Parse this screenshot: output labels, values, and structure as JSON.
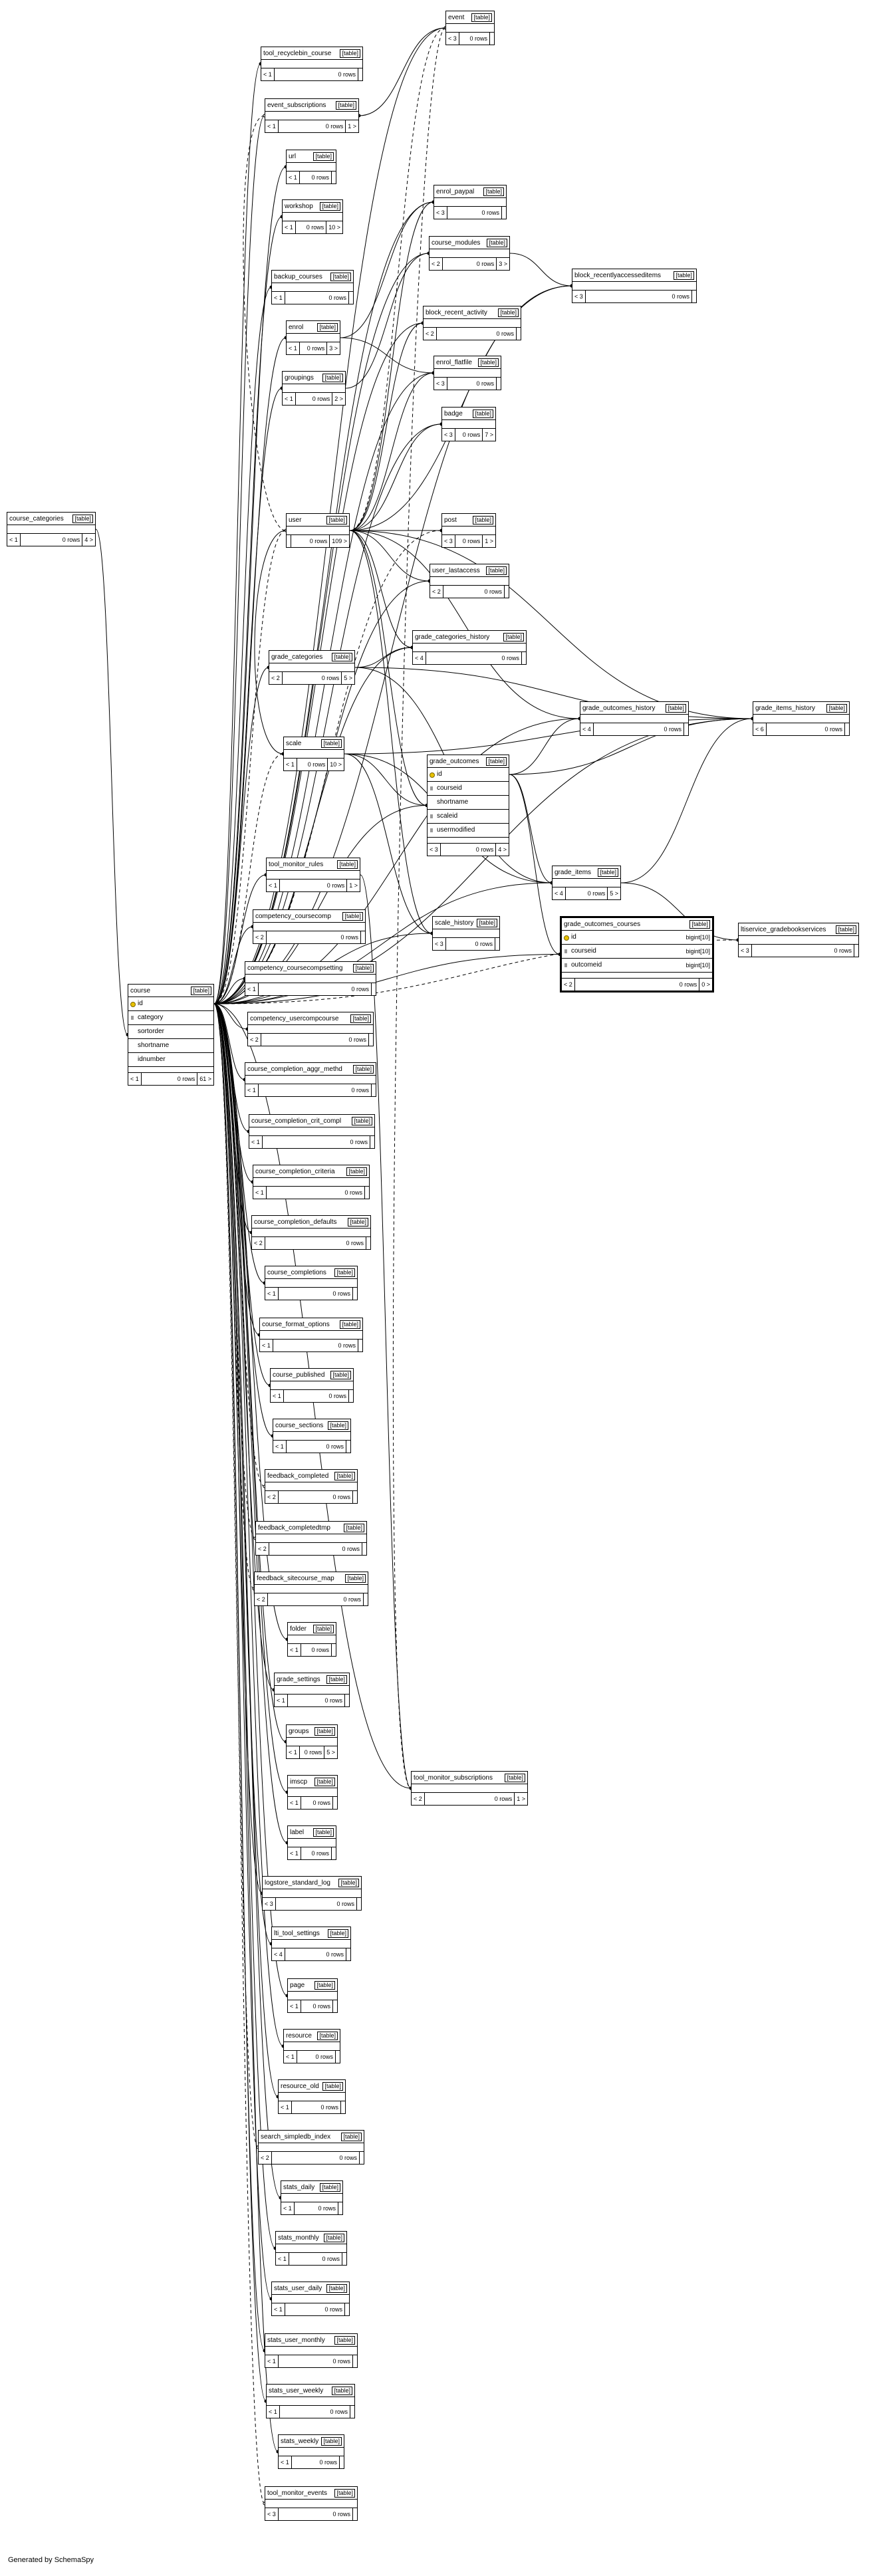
{
  "footer_text": "Generated by SchemaSpy",
  "table_type_label": "[table]",
  "tables": [
    {
      "id": "event",
      "name": "event",
      "children": "< 3",
      "rows": "0 rows",
      "parents": ""
    },
    {
      "id": "tool_recyclebin_course",
      "name": "tool_recyclebin_course",
      "children": "< 1",
      "rows": "0 rows",
      "parents": ""
    },
    {
      "id": "event_subscriptions",
      "name": "event_subscriptions",
      "children": "< 1",
      "rows": "0 rows",
      "parents": "1 >"
    },
    {
      "id": "url",
      "name": "url",
      "children": "< 1",
      "rows": "0 rows",
      "parents": ""
    },
    {
      "id": "workshop",
      "name": "workshop",
      "children": "< 1",
      "rows": "0 rows",
      "parents": "10 >"
    },
    {
      "id": "enrol_paypal",
      "name": "enrol_paypal",
      "children": "< 3",
      "rows": "0 rows",
      "parents": ""
    },
    {
      "id": "course_modules",
      "name": "course_modules",
      "children": "< 2",
      "rows": "0 rows",
      "parents": "3 >"
    },
    {
      "id": "backup_courses",
      "name": "backup_courses",
      "children": "< 1",
      "rows": "0 rows",
      "parents": ""
    },
    {
      "id": "block_recentlyaccesseditems",
      "name": "block_recentlyaccesseditems",
      "children": "< 3",
      "rows": "0 rows",
      "parents": ""
    },
    {
      "id": "enrol",
      "name": "enrol",
      "children": "< 1",
      "rows": "0 rows",
      "parents": "3 >"
    },
    {
      "id": "block_recent_activity",
      "name": "block_recent_activity",
      "children": "< 2",
      "rows": "0 rows",
      "parents": ""
    },
    {
      "id": "groupings",
      "name": "groupings",
      "children": "< 1",
      "rows": "0 rows",
      "parents": "2 >"
    },
    {
      "id": "enrol_flatfile",
      "name": "enrol_flatfile",
      "children": "< 3",
      "rows": "0 rows",
      "parents": ""
    },
    {
      "id": "badge",
      "name": "badge",
      "children": "< 3",
      "rows": "0 rows",
      "parents": "7 >"
    },
    {
      "id": "course_categories",
      "name": "course_categories",
      "children": "< 1",
      "rows": "0 rows",
      "parents": "4 >"
    },
    {
      "id": "user",
      "name": "user",
      "children": "",
      "rows": "0 rows",
      "parents": "109 >"
    },
    {
      "id": "post",
      "name": "post",
      "children": "< 3",
      "rows": "0 rows",
      "parents": "1 >"
    },
    {
      "id": "user_lastaccess",
      "name": "user_lastaccess",
      "children": "< 2",
      "rows": "0 rows",
      "parents": ""
    },
    {
      "id": "grade_categories_history",
      "name": "grade_categories_history",
      "children": "< 4",
      "rows": "0 rows",
      "parents": ""
    },
    {
      "id": "grade_categories",
      "name": "grade_categories",
      "children": "< 2",
      "rows": "0 rows",
      "parents": "5 >"
    },
    {
      "id": "grade_outcomes_history",
      "name": "grade_outcomes_history",
      "children": "< 4",
      "rows": "0 rows",
      "parents": ""
    },
    {
      "id": "grade_items_history",
      "name": "grade_items_history",
      "children": "< 6",
      "rows": "0 rows",
      "parents": ""
    },
    {
      "id": "scale",
      "name": "scale",
      "children": "< 1",
      "rows": "0 rows",
      "parents": "10 >"
    },
    {
      "id": "grade_items",
      "name": "grade_items",
      "children": "< 4",
      "rows": "0 rows",
      "parents": "5 >"
    },
    {
      "id": "tool_monitor_rules",
      "name": "tool_monitor_rules",
      "children": "< 1",
      "rows": "0 rows",
      "parents": "1 >"
    },
    {
      "id": "scale_history",
      "name": "scale_history",
      "children": "< 3",
      "rows": "0 rows",
      "parents": ""
    },
    {
      "id": "ltiservice_gradebookservices",
      "name": "ltiservice_gradebookservices",
      "children": "< 3",
      "rows": "0 rows",
      "parents": ""
    },
    {
      "id": "competency_coursecomp",
      "name": "competency_coursecomp",
      "children": "< 2",
      "rows": "0 rows",
      "parents": ""
    },
    {
      "id": "competency_coursecompsetting",
      "name": "competency_coursecompsetting",
      "children": "< 1",
      "rows": "0 rows",
      "parents": ""
    },
    {
      "id": "competency_usercompcourse",
      "name": "competency_usercompcourse",
      "children": "< 2",
      "rows": "0 rows",
      "parents": ""
    },
    {
      "id": "course_completion_aggr_methd",
      "name": "course_completion_aggr_methd",
      "children": "< 1",
      "rows": "0 rows",
      "parents": ""
    },
    {
      "id": "course_completion_crit_compl",
      "name": "course_completion_crit_compl",
      "children": "< 1",
      "rows": "0 rows",
      "parents": ""
    },
    {
      "id": "course_completion_criteria",
      "name": "course_completion_criteria",
      "children": "< 1",
      "rows": "0 rows",
      "parents": ""
    },
    {
      "id": "course_completion_defaults",
      "name": "course_completion_defaults",
      "children": "< 2",
      "rows": "0 rows",
      "parents": ""
    },
    {
      "id": "course_completions",
      "name": "course_completions",
      "children": "< 1",
      "rows": "0 rows",
      "parents": ""
    },
    {
      "id": "course_format_options",
      "name": "course_format_options",
      "children": "< 1",
      "rows": "0 rows",
      "parents": ""
    },
    {
      "id": "course_published",
      "name": "course_published",
      "children": "< 1",
      "rows": "0 rows",
      "parents": ""
    },
    {
      "id": "course_sections",
      "name": "course_sections",
      "children": "< 1",
      "rows": "0 rows",
      "parents": ""
    },
    {
      "id": "feedback_completed",
      "name": "feedback_completed",
      "children": "< 2",
      "rows": "0 rows",
      "parents": ""
    },
    {
      "id": "feedback_completedtmp",
      "name": "feedback_completedtmp",
      "children": "< 2",
      "rows": "0 rows",
      "parents": ""
    },
    {
      "id": "feedback_sitecourse_map",
      "name": "feedback_sitecourse_map",
      "children": "< 2",
      "rows": "0 rows",
      "parents": ""
    },
    {
      "id": "folder",
      "name": "folder",
      "children": "< 1",
      "rows": "0 rows",
      "parents": ""
    },
    {
      "id": "grade_settings",
      "name": "grade_settings",
      "children": "< 1",
      "rows": "0 rows",
      "parents": ""
    },
    {
      "id": "groups",
      "name": "groups",
      "children": "< 1",
      "rows": "0 rows",
      "parents": "5 >"
    },
    {
      "id": "imscp",
      "name": "imscp",
      "children": "< 1",
      "rows": "0 rows",
      "parents": ""
    },
    {
      "id": "tool_monitor_subscriptions",
      "name": "tool_monitor_subscriptions",
      "children": "< 2",
      "rows": "0 rows",
      "parents": "1 >"
    },
    {
      "id": "label",
      "name": "label",
      "children": "< 1",
      "rows": "0 rows",
      "parents": ""
    },
    {
      "id": "logstore_standard_log",
      "name": "logstore_standard_log",
      "children": "< 3",
      "rows": "0 rows",
      "parents": ""
    },
    {
      "id": "lti_tool_settings",
      "name": "lti_tool_settings",
      "children": "< 4",
      "rows": "0 rows",
      "parents": ""
    },
    {
      "id": "page",
      "name": "page",
      "children": "< 1",
      "rows": "0 rows",
      "parents": ""
    },
    {
      "id": "resource",
      "name": "resource",
      "children": "< 1",
      "rows": "0 rows",
      "parents": ""
    },
    {
      "id": "resource_old",
      "name": "resource_old",
      "children": "< 1",
      "rows": "0 rows",
      "parents": ""
    },
    {
      "id": "search_simpledb_index",
      "name": "search_simpledb_index",
      "children": "< 2",
      "rows": "0 rows",
      "parents": ""
    },
    {
      "id": "stats_daily",
      "name": "stats_daily",
      "children": "< 1",
      "rows": "0 rows",
      "parents": ""
    },
    {
      "id": "stats_monthly",
      "name": "stats_monthly",
      "children": "< 1",
      "rows": "0 rows",
      "parents": ""
    },
    {
      "id": "stats_user_daily",
      "name": "stats_user_daily",
      "children": "< 1",
      "rows": "0 rows",
      "parents": ""
    },
    {
      "id": "stats_user_monthly",
      "name": "stats_user_monthly",
      "children": "< 1",
      "rows": "0 rows",
      "parents": ""
    },
    {
      "id": "stats_user_weekly",
      "name": "stats_user_weekly",
      "children": "< 1",
      "rows": "0 rows",
      "parents": ""
    },
    {
      "id": "stats_weekly",
      "name": "stats_weekly",
      "children": "< 1",
      "rows": "0 rows",
      "parents": ""
    },
    {
      "id": "tool_monitor_events",
      "name": "tool_monitor_events",
      "children": "< 3",
      "rows": "0 rows",
      "parents": ""
    }
  ],
  "detailed_tables": {
    "course": {
      "name": "course",
      "columns": [
        {
          "name": "id",
          "key": "pk"
        },
        {
          "name": "category",
          "key": "fk"
        },
        {
          "name": "sortorder"
        },
        {
          "name": "shortname"
        },
        {
          "name": "idnumber"
        }
      ],
      "children": "< 1",
      "rows": "0 rows",
      "parents": "61 >"
    },
    "grade_outcomes": {
      "name": "grade_outcomes",
      "columns": [
        {
          "name": "id",
          "key": "pk"
        },
        {
          "name": "courseid",
          "key": "fk"
        },
        {
          "name": "shortname"
        },
        {
          "name": "scaleid",
          "key": "fk"
        },
        {
          "name": "usermodified",
          "key": "fk"
        }
      ],
      "children": "< 3",
      "rows": "0 rows",
      "parents": "4 >"
    },
    "grade_outcomes_courses": {
      "name": "grade_outcomes_courses",
      "columns": [
        {
          "name": "id",
          "key": "pk",
          "type": "bigint[10]"
        },
        {
          "name": "courseid",
          "key": "fk",
          "type": "bigint[10]"
        },
        {
          "name": "outcomeid",
          "key": "fk",
          "type": "bigint[10]"
        }
      ],
      "children": "< 2",
      "rows": "0 rows",
      "parents": "0 >"
    }
  },
  "relations": [
    [
      "event",
      "course",
      "solid"
    ],
    [
      "event",
      "user",
      "dashed"
    ],
    [
      "event",
      "tool_monitor_subscriptions",
      "dashed"
    ],
    [
      "tool_recyclebin_course",
      "course",
      "solid"
    ],
    [
      "event_subscriptions",
      "course",
      "solid"
    ],
    [
      "event_subscriptions",
      "event",
      "solid"
    ],
    [
      "event_subscriptions",
      "user",
      "dashed"
    ],
    [
      "url",
      "course",
      "solid"
    ],
    [
      "workshop",
      "course",
      "solid"
    ],
    [
      "enrol_paypal",
      "course",
      "solid"
    ],
    [
      "enrol_paypal",
      "user",
      "solid"
    ],
    [
      "enrol_paypal",
      "enrol",
      "solid"
    ],
    [
      "course_modules",
      "course",
      "solid"
    ],
    [
      "course_modules",
      "groupings",
      "solid"
    ],
    [
      "backup_courses",
      "course",
      "solid"
    ],
    [
      "block_recentlyaccesseditems",
      "course",
      "solid"
    ],
    [
      "block_recentlyaccesseditems",
      "course_modules",
      "solid"
    ],
    [
      "block_recentlyaccesseditems",
      "user",
      "solid"
    ],
    [
      "enrol",
      "course",
      "solid"
    ],
    [
      "block_recent_activity",
      "course",
      "solid"
    ],
    [
      "block_recent_activity",
      "user",
      "solid"
    ],
    [
      "groupings",
      "course",
      "solid"
    ],
    [
      "enrol_flatfile",
      "course",
      "solid"
    ],
    [
      "enrol_flatfile",
      "user",
      "solid"
    ],
    [
      "enrol_flatfile",
      "enrol",
      "solid"
    ],
    [
      "badge",
      "course",
      "solid"
    ],
    [
      "badge",
      "user",
      "solid"
    ],
    [
      "course",
      "course_categories",
      "solid"
    ],
    [
      "user",
      "course",
      "dashed"
    ],
    [
      "post",
      "course",
      "dashed"
    ],
    [
      "post",
      "user",
      "solid"
    ],
    [
      "user_lastaccess",
      "course",
      "solid"
    ],
    [
      "user_lastaccess",
      "user",
      "solid"
    ],
    [
      "grade_categories_history",
      "course",
      "solid"
    ],
    [
      "grade_categories_history",
      "grade_categories",
      "solid"
    ],
    [
      "grade_categories_history",
      "user",
      "solid"
    ],
    [
      "grade_categories",
      "course",
      "solid"
    ],
    [
      "grade_outcomes_history",
      "course",
      "solid"
    ],
    [
      "grade_outcomes_history",
      "grade_outcomes",
      "solid"
    ],
    [
      "grade_outcomes_history",
      "user",
      "solid"
    ],
    [
      "grade_items_history",
      "course",
      "solid"
    ],
    [
      "grade_items_history",
      "grade_categories",
      "solid"
    ],
    [
      "grade_items_history",
      "grade_items",
      "solid"
    ],
    [
      "grade_items_history",
      "scale",
      "solid"
    ],
    [
      "grade_items_history",
      "grade_outcomes",
      "solid"
    ],
    [
      "grade_items_history",
      "user",
      "solid"
    ],
    [
      "scale",
      "course",
      "dashed"
    ],
    [
      "scale",
      "user",
      "solid"
    ],
    [
      "grade_outcomes",
      "course",
      "solid"
    ],
    [
      "grade_outcomes",
      "scale",
      "solid"
    ],
    [
      "grade_outcomes",
      "user",
      "solid"
    ],
    [
      "grade_items",
      "course",
      "solid"
    ],
    [
      "grade_items",
      "grade_categories",
      "solid"
    ],
    [
      "grade_items",
      "scale",
      "solid"
    ],
    [
      "grade_items",
      "grade_outcomes",
      "solid"
    ],
    [
      "tool_monitor_rules",
      "course",
      "solid"
    ],
    [
      "scale_history",
      "course",
      "solid"
    ],
    [
      "scale_history",
      "scale",
      "solid"
    ],
    [
      "scale_history",
      "user",
      "solid"
    ],
    [
      "grade_outcomes_courses",
      "course",
      "solid"
    ],
    [
      "grade_outcomes_courses",
      "grade_outcomes",
      "solid"
    ],
    [
      "ltiservice_gradebookservices",
      "course",
      "dashed"
    ],
    [
      "ltiservice_gradebookservices",
      "grade_items",
      "solid"
    ],
    [
      "competency_coursecomp",
      "course",
      "solid"
    ],
    [
      "competency_coursecompsetting",
      "course",
      "solid"
    ],
    [
      "competency_usercompcourse",
      "course",
      "solid"
    ],
    [
      "course_completion_aggr_methd",
      "course",
      "solid"
    ],
    [
      "course_completion_crit_compl",
      "course",
      "solid"
    ],
    [
      "course_completion_criteria",
      "course",
      "solid"
    ],
    [
      "course_completion_defaults",
      "course",
      "solid"
    ],
    [
      "course_completions",
      "course",
      "solid"
    ],
    [
      "course_format_options",
      "course",
      "solid"
    ],
    [
      "course_published",
      "course",
      "solid"
    ],
    [
      "course_sections",
      "course",
      "solid"
    ],
    [
      "feedback_completed",
      "course",
      "dashed"
    ],
    [
      "feedback_completedtmp",
      "course",
      "dashed"
    ],
    [
      "feedback_sitecourse_map",
      "course",
      "dashed"
    ],
    [
      "folder",
      "course",
      "solid"
    ],
    [
      "grade_settings",
      "course",
      "solid"
    ],
    [
      "groups",
      "course",
      "solid"
    ],
    [
      "imscp",
      "course",
      "solid"
    ],
    [
      "tool_monitor_subscriptions",
      "course",
      "solid"
    ],
    [
      "tool_monitor_subscriptions",
      "tool_monitor_rules",
      "solid"
    ],
    [
      "label",
      "course",
      "solid"
    ],
    [
      "logstore_standard_log",
      "course",
      "solid"
    ],
    [
      "lti_tool_settings",
      "course",
      "solid"
    ],
    [
      "page",
      "course",
      "solid"
    ],
    [
      "resource",
      "course",
      "solid"
    ],
    [
      "resource_old",
      "course",
      "solid"
    ],
    [
      "search_simpledb_index",
      "course",
      "dashed"
    ],
    [
      "stats_daily",
      "course",
      "solid"
    ],
    [
      "stats_monthly",
      "course",
      "solid"
    ],
    [
      "stats_user_daily",
      "course",
      "solid"
    ],
    [
      "stats_user_monthly",
      "course",
      "solid"
    ],
    [
      "stats_user_weekly",
      "course",
      "solid"
    ],
    [
      "stats_weekly",
      "course",
      "solid"
    ],
    [
      "tool_monitor_events",
      "course",
      "dashed"
    ]
  ]
}
